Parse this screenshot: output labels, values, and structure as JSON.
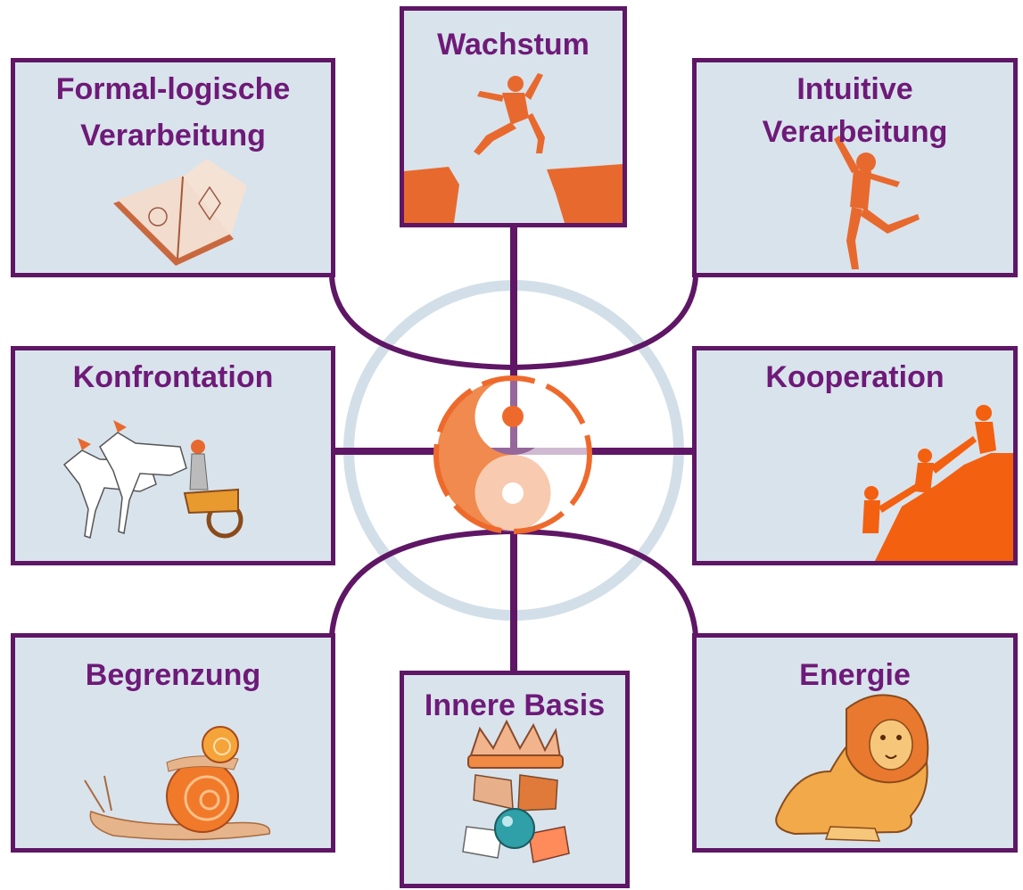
{
  "boxes": {
    "formal": {
      "title_line1": "Formal-logische",
      "title_line2": "Verarbeitung",
      "icon": "open-book"
    },
    "wachstum": {
      "title": "Wachstum",
      "icon": "leaping-figure-over-gap"
    },
    "intuitiv": {
      "title_line1": "Intuitive",
      "title_line2": "Verarbeitung",
      "icon": "dancing-figure"
    },
    "konfrontation": {
      "title": "Konfrontation",
      "icon": "horse-chariot"
    },
    "kooperation": {
      "title": "Kooperation",
      "icon": "climbers-helping"
    },
    "begrenzung": {
      "title": "Begrenzung",
      "icon": "snails"
    },
    "basis": {
      "title": "Innere Basis",
      "icon": "crown-hands-globe"
    },
    "energie": {
      "title": "Energie",
      "icon": "lion"
    }
  },
  "center": {
    "icon": "yin-yang"
  },
  "colors": {
    "border": "#5e1665",
    "title": "#6e1a78",
    "box_fill": "#d9e3ec",
    "accent_orange": "#ee6a2c",
    "circle": "#d3dfe8"
  }
}
